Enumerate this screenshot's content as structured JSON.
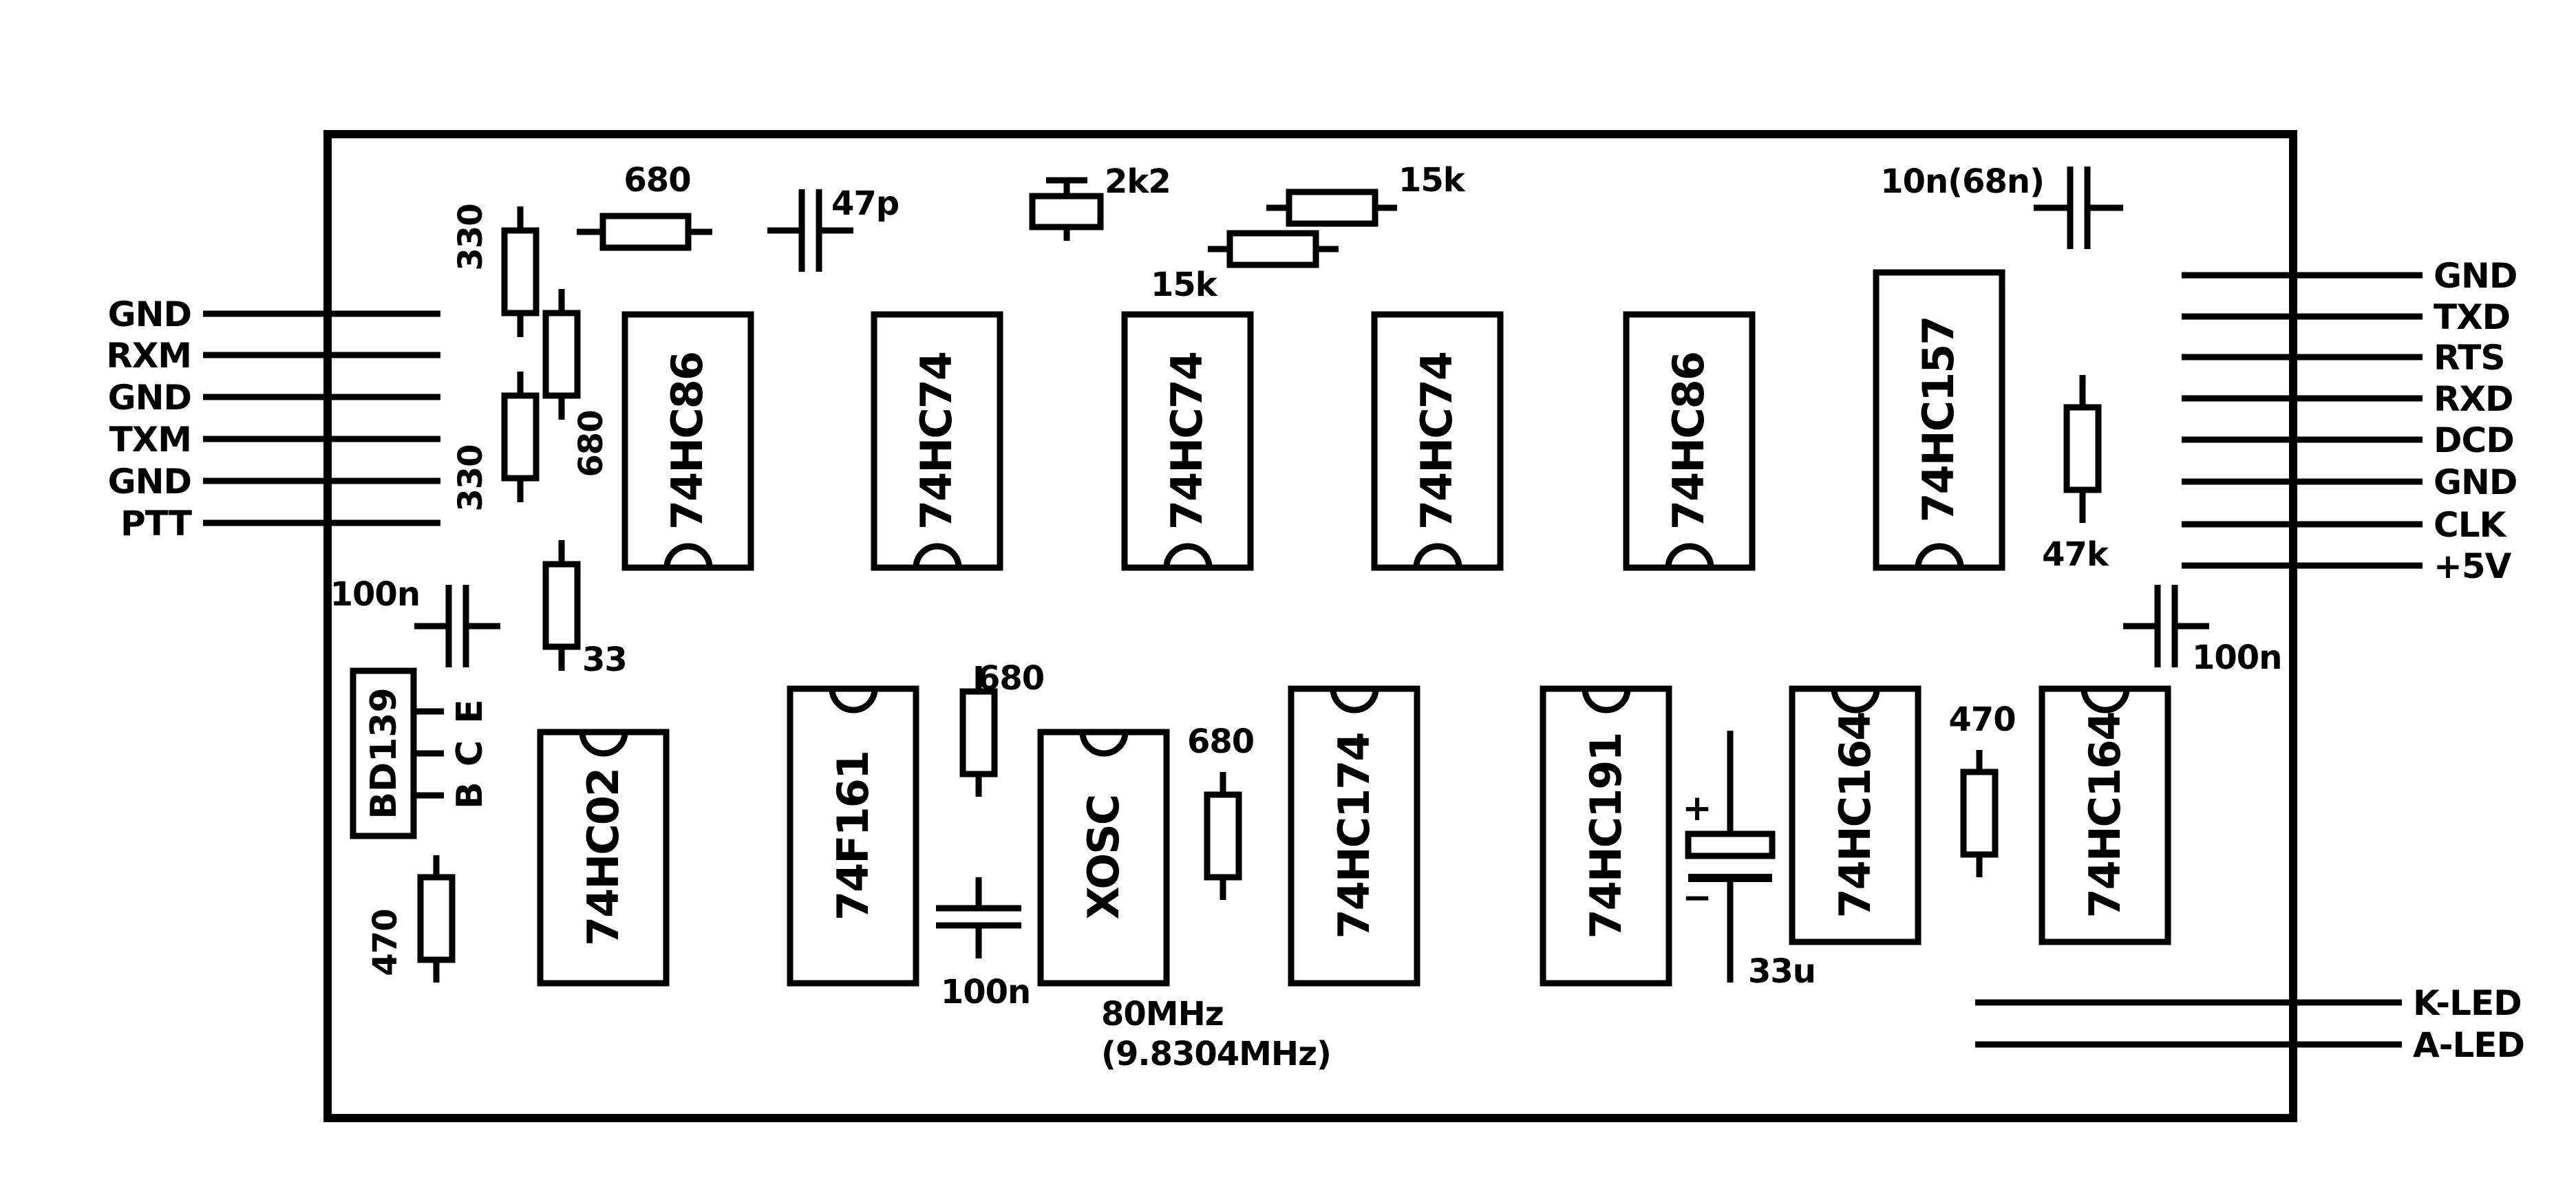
{
  "left_connector": [
    "GND",
    "RXM",
    "GND",
    "TXM",
    "GND",
    "PTT"
  ],
  "right_connector": [
    "GND",
    "TXD",
    "RTS",
    "RXD",
    "DCD",
    "GND",
    "CLK",
    "+5V"
  ],
  "led_pins": [
    "K-LED",
    "A-LED"
  ],
  "ics": {
    "u1": "74HC86",
    "u2": "74HC74",
    "u3": "74HC74",
    "u4": "74HC74",
    "u5": "74HC86",
    "u6": "74HC157",
    "u7": "74HC02",
    "u8": "74F161",
    "u9": "XOSC",
    "u10": "74HC174",
    "u11": "74HC191",
    "u12": "74HC164",
    "u13": "74HC164"
  },
  "components": {
    "r_330_a": "330",
    "r_680_a": "680",
    "r_330_b": "330",
    "r_680_top": "680",
    "c_47p": "47p",
    "pot_2k2": "2k2",
    "r_15k_a": "15k",
    "r_15k_b": "15k",
    "c_10n": "10n(68n)",
    "r_47k": "47k",
    "c_100n_a": "100n",
    "r_33": "33",
    "transistor": "BD139",
    "pin_e": "E",
    "pin_c": "C",
    "pin_b": "B",
    "r_470_a": "470",
    "r_680_b": "680",
    "c_100n_b": "100n",
    "r_680_c": "680",
    "osc_freq_1": "80MHz",
    "osc_freq_2": "(9.8304MHz)",
    "c_33u": "33u",
    "cap_plus": "+",
    "cap_minus": "−",
    "r_470_b": "470",
    "c_100n_c": "100n"
  }
}
